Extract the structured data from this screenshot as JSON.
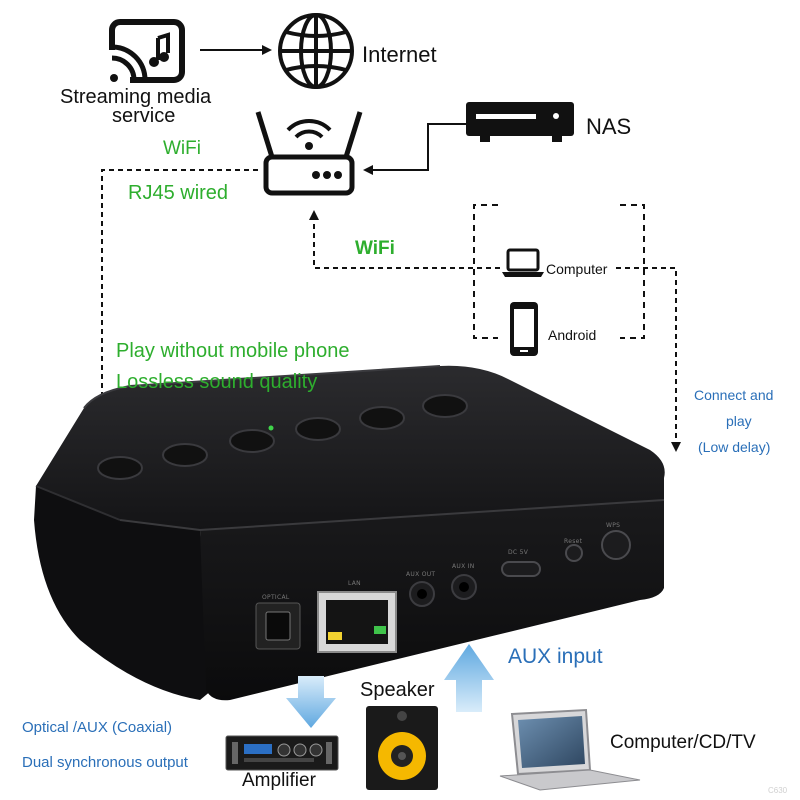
{
  "labels": {
    "internet": "Internet",
    "streaming_line1": "Streaming media",
    "streaming_line2": "service",
    "nas": "NAS",
    "wifi_top": "WiFi",
    "rj45": "RJ45 wired",
    "wifi_mid": "WiFi",
    "computer": "Computer",
    "android": "Android",
    "play_without_phone": "Play without mobile phone",
    "lossless": "Lossless sound quality",
    "connect_play_1": "Connect and",
    "connect_play_2": "play",
    "connect_play_3": "(Low delay)",
    "aux_input": "AUX input",
    "speaker": "Speaker",
    "optical_aux": "Optical /AUX (Coaxial)",
    "dual_output": "Dual synchronous output",
    "amplifier": "Amplifier",
    "computer_cd_tv": "Computer/CD/TV",
    "watermark": "C630"
  },
  "device_ports": {
    "optical": "OPTICAL",
    "lan": "LAN",
    "aux_out": "AUX OUT",
    "aux_in": "AUX IN",
    "dc": "DC 5V",
    "reset": "Reset",
    "wps": "WPS"
  },
  "colors": {
    "green_text": "#2eae2e",
    "blue_text": "#2a6fb8",
    "arrow_blue": "#8fc3ea",
    "device_body": "#1c1c1e"
  },
  "icons": [
    "cast-icon",
    "globe-icon",
    "router-icon",
    "nas-icon",
    "laptop-icon",
    "phone-icon",
    "speaker-icon",
    "amplifier-icon"
  ]
}
